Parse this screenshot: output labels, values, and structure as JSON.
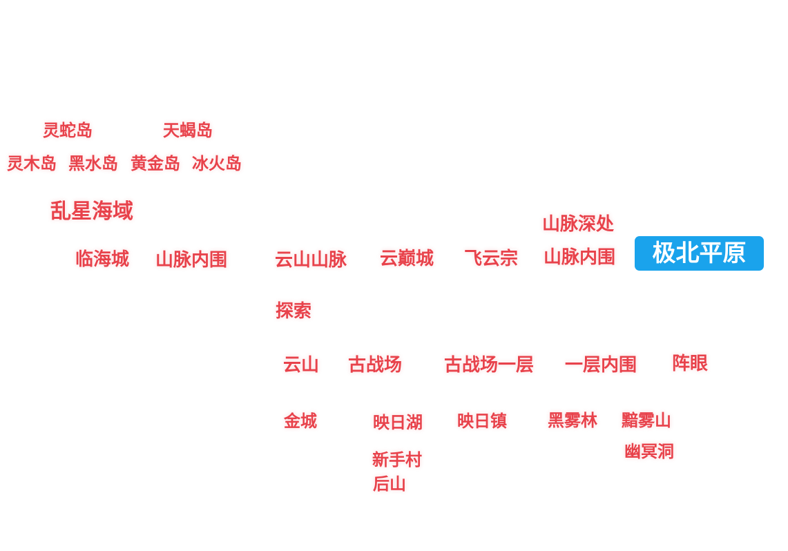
{
  "map": {
    "current_location": "极北平原",
    "colors": {
      "location_text": "#e8424b",
      "current_highlight": "#1aa3ec"
    },
    "locations": {
      "lingshedao": "灵蛇岛",
      "tianxiedao": "天蝎岛",
      "lingmudao": "灵木岛",
      "heishuidao": "黑水岛",
      "huangjindao": "黄金岛",
      "binghuodao": "冰火岛",
      "luanxinghaiyu": "乱星海域",
      "linhaicheng": "临海城",
      "shanmai_neiwei_west": "山脉内围",
      "yunshan_shanmai": "云山山脉",
      "yundiancheng": "云巅城",
      "feiyunzong": "飞云宗",
      "shanmai_shenchu": "山脉深处",
      "shanmai_neiwei_east": "山脉内围",
      "tansuo": "探索",
      "yunshan": "云山",
      "guzhanchang": "古战场",
      "guzhanchang_yiceng": "古战场一层",
      "yiceng_neiwei": "一层内围",
      "zhenyan": "阵眼",
      "jincheng": "金城",
      "yingrihu": "映日湖",
      "yingrizhen": "映日镇",
      "heiwulin": "黑雾林",
      "anwushan": "黯雾山",
      "youmingdong": "幽冥洞",
      "xinshoucun": "新手村",
      "houshan": "后山"
    }
  }
}
